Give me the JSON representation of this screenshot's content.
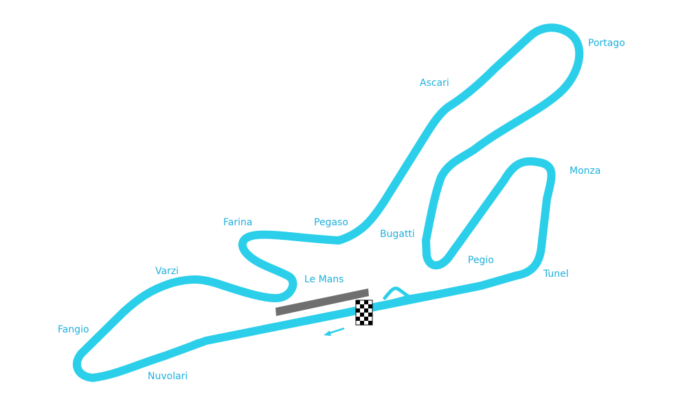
{
  "circuit": {
    "track_color": "#2ccfea",
    "label_color": "#1eb0dc",
    "pit_building_color": "#6f6f6f",
    "corners": [
      {
        "id": "portago",
        "name": "Portago"
      },
      {
        "id": "ascari",
        "name": "Ascari"
      },
      {
        "id": "monza",
        "name": "Monza"
      },
      {
        "id": "farina",
        "name": "Farina"
      },
      {
        "id": "pegaso",
        "name": "Pegaso"
      },
      {
        "id": "bugatti",
        "name": "Bugatti"
      },
      {
        "id": "pegio",
        "name": "Pegio"
      },
      {
        "id": "tunel",
        "name": "Tunel"
      },
      {
        "id": "varzi",
        "name": "Varzi"
      },
      {
        "id": "le-mans",
        "name": "Le Mans"
      },
      {
        "id": "fangio",
        "name": "Fangio"
      },
      {
        "id": "nuvolari",
        "name": "Nuvolari"
      }
    ],
    "start_finish": {
      "icon": "checkered-flag-icon"
    },
    "direction": {
      "icon": "direction-arrow-icon",
      "heading": "west"
    }
  }
}
